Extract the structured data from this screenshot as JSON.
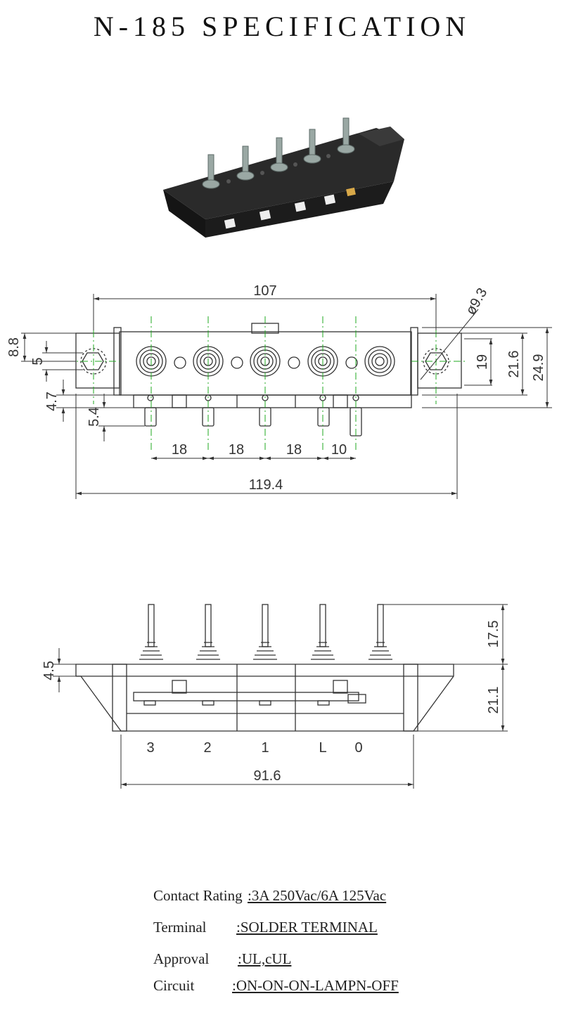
{
  "title": "N-185 SPECIFICATION",
  "top_view": {
    "dimensions": {
      "overall_mount": "107",
      "hole_dia": "ø9.3",
      "height_8_8": "8.8",
      "height_5": "5",
      "height_4_7": "4.7",
      "height_5_4": "5.4",
      "height_19": "19",
      "height_21_6": "21.6",
      "height_24_9": "24.9",
      "pitch": [
        "18",
        "18",
        "18",
        "10"
      ],
      "overall_length": "119.4"
    }
  },
  "side_view": {
    "dimensions": {
      "height_4_5": "4.5",
      "stem_height": "17.5",
      "body_height": "21.1",
      "base_width": "91.6"
    },
    "positions": [
      "3",
      "2",
      "1",
      "L",
      "0"
    ]
  },
  "specs": [
    {
      "label": "Contact Rating",
      "value": ":3A 250Vac/6A 125Vac"
    },
    {
      "label": "Terminal",
      "value": ":SOLDER TERMINAL"
    },
    {
      "label": "Approval",
      "value": ":UL,cUL"
    },
    {
      "label": "Circuit",
      "value": ":ON-ON-ON-LAMPN-OFF"
    }
  ],
  "colors": {
    "line": "#333333",
    "centerline": "#22aa22",
    "body": "#1a1a1a",
    "stem": "#9aa8a4",
    "terminal_gold": "#d8a848"
  }
}
